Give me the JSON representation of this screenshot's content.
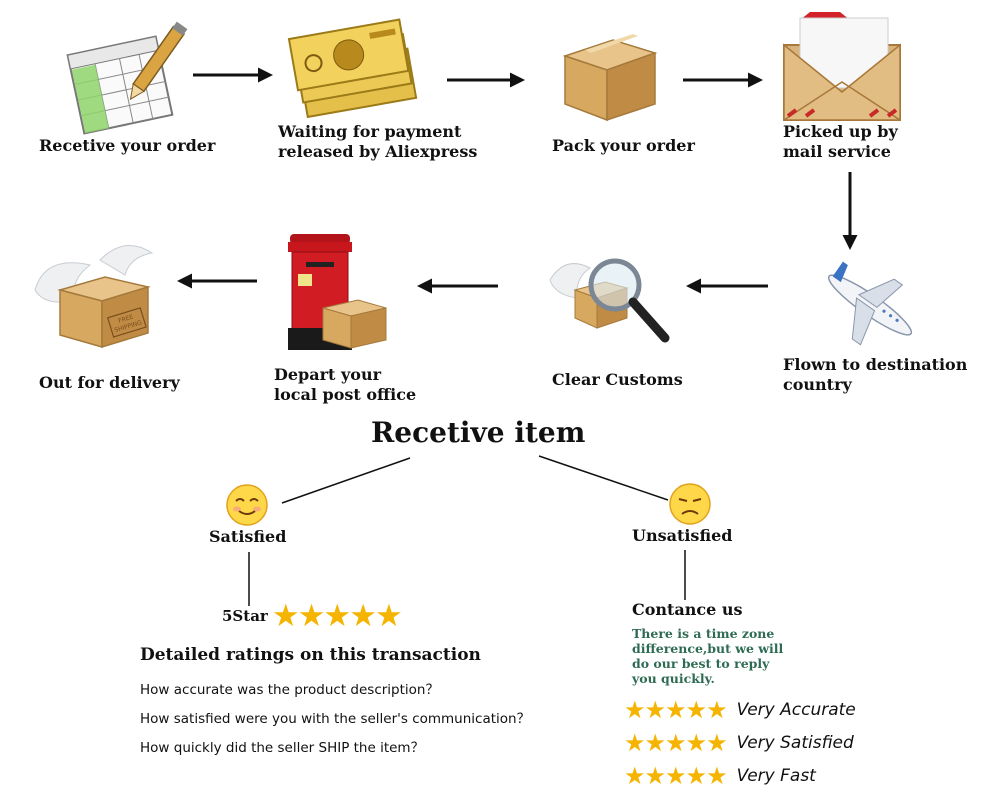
{
  "steps": [
    {
      "id": "receive-order",
      "lines": [
        "Recetive your order"
      ],
      "icon": "order-form-icon"
    },
    {
      "id": "waiting-payment",
      "lines": [
        "Waiting for payment",
        "released by Aliexpress"
      ],
      "icon": "money-icon"
    },
    {
      "id": "pack-order",
      "lines": [
        "Pack your order"
      ],
      "icon": "package-icon"
    },
    {
      "id": "picked-up",
      "lines": [
        "Picked up by",
        "mail service"
      ],
      "icon": "envelope-icon"
    },
    {
      "id": "flown",
      "lines": [
        "Flown to destination",
        "country"
      ],
      "icon": "airplane-icon"
    },
    {
      "id": "customs",
      "lines": [
        "Clear Customs"
      ],
      "icon": "magnifier-icon"
    },
    {
      "id": "post-office",
      "lines": [
        "Depart your",
        "local post office"
      ],
      "icon": "postbox-icon"
    },
    {
      "id": "delivery",
      "lines": [
        "Out for delivery"
      ],
      "icon": "winged-box-icon"
    }
  ],
  "box_stamp": [
    "FREE",
    "SHIPPING"
  ],
  "center_title": "Recetive item",
  "satisfied": {
    "label": "Satisfied",
    "star_label": "5Star",
    "stars": "★★★★★",
    "ratings_title": "Detailed ratings on this transaction",
    "questions": [
      "How accurate was the product description？",
      "How satisfied were you with the seller's communication？",
      "How quickly did the seller SHIP the item？"
    ]
  },
  "unsatisfied": {
    "label": "Unsatisfied",
    "contact_title": "Contance us",
    "note_lines": [
      "There is a time zone",
      "difference,but we will",
      "do  our best to reply",
      "you quickly."
    ],
    "ratings": [
      {
        "stars": "★★★★★",
        "text": "Very Accurate"
      },
      {
        "stars": "★★★★★",
        "text": "Very Satisfied"
      },
      {
        "stars": "★★★★★",
        "text": "Very Fast"
      }
    ]
  },
  "colors": {
    "star": "#f4b400",
    "note_green": "#2e6b53",
    "postbox_red": "#c8161d",
    "box_brown": "#c99a5b"
  }
}
